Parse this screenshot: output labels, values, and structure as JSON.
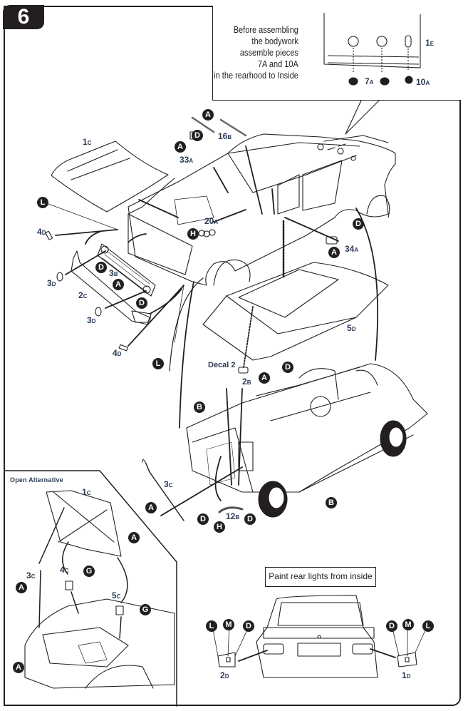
{
  "step": {
    "number": "6"
  },
  "callout": {
    "lines": [
      "Before assembling",
      "the bodywork",
      "assemble pieces",
      "7A and 10A",
      "in the rearhood to Inside"
    ],
    "labels": {
      "part_1e": {
        "n": "1",
        "s": "E"
      },
      "part_7a": {
        "n": "7",
        "s": "A"
      },
      "part_10a": {
        "n": "10",
        "s": "A"
      }
    }
  },
  "main": {
    "labels": {
      "p1c": {
        "n": "1",
        "s": "C"
      },
      "p16b": {
        "n": "16",
        "s": "B"
      },
      "p33a": {
        "n": "33",
        "s": "A"
      },
      "p20a": {
        "n": "20",
        "s": "A"
      },
      "p4d_top": {
        "n": "4",
        "s": "D"
      },
      "p3b": {
        "n": "3",
        "s": "B"
      },
      "p3d_top": {
        "n": "3",
        "s": "D"
      },
      "p2c": {
        "n": "2",
        "s": "C"
      },
      "p3d_bot": {
        "n": "3",
        "s": "D"
      },
      "p4d_bot": {
        "n": "4",
        "s": "D"
      },
      "p34a": {
        "n": "34",
        "s": "A"
      },
      "p5d": {
        "n": "5",
        "s": "D"
      },
      "p2b": {
        "n": "2",
        "s": "B"
      },
      "p3c": {
        "n": "3",
        "s": "C"
      },
      "p12b": {
        "n": "12",
        "s": "B"
      }
    },
    "decal": "Decal 2",
    "markers": {
      "a": "A",
      "b": "B",
      "d": "D",
      "g": "G",
      "h": "H",
      "l": "L",
      "m": "M"
    }
  },
  "open_alternative": {
    "title": "Open Alternative",
    "labels": {
      "p1c": {
        "n": "1",
        "s": "C"
      },
      "p3c": {
        "n": "3",
        "s": "C"
      },
      "p4c": {
        "n": "4",
        "s": "C"
      },
      "p5c": {
        "n": "5",
        "s": "C"
      }
    }
  },
  "rear_lights": {
    "note": "Paint rear lights from inside",
    "labels": {
      "p2d": {
        "n": "2",
        "s": "D"
      },
      "p1d": {
        "n": "1",
        "s": "D"
      }
    }
  }
}
